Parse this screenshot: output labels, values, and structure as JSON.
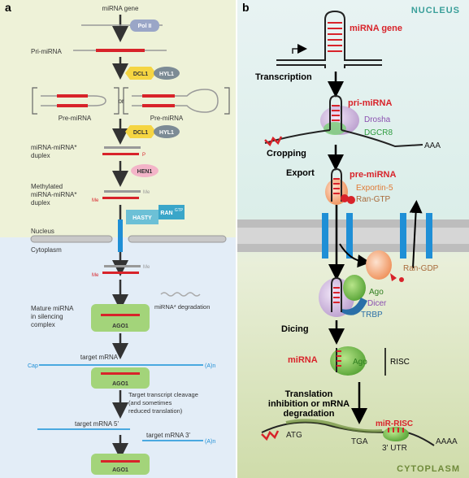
{
  "panel_a": {
    "letter": "a",
    "labels": {
      "mirna_gene": "miRNA gene",
      "pri_mirna": "Pri-miRNA",
      "pre_mirna": "Pre-miRNA",
      "or": "or",
      "duplex_1": "miRNA-miRNA*",
      "duplex_2": "duplex",
      "methyl_1": "Methylated",
      "methyl_2": "miRNA-miRNA*",
      "methyl_3": "duplex",
      "nucleus": "Nucleus",
      "cytoplasm": "Cytoplasm",
      "mature_1": "Mature miRNA",
      "mature_2": "in silencing",
      "mature_3": "complex",
      "degradation": "miRNA* degradation",
      "target_mrna": "target mRNA",
      "cap": "Cap",
      "polya": "(A)n",
      "cleavage_1": "Target transcript cleavage",
      "cleavage_2": "(and sometimes",
      "cleavage_3": "reduced translation)",
      "frag5": "target mRNA 5'",
      "frag3": "target  mRNA 3'",
      "me": "Me",
      "p": "P"
    },
    "proteins": {
      "pol2": "Pol II",
      "dcl1": "DCL1",
      "hyl1": "HYL1",
      "hen1": "HEN1",
      "hasty": "HASTY",
      "ran": "RAN",
      "gtp": "GTP",
      "ago1": "AGO1"
    }
  },
  "panel_b": {
    "letter": "b",
    "nucleus": "NUCLEUS",
    "cytoplasm": "CYTOPLASM",
    "labels": {
      "mirna_gene": "miRNA gene",
      "transcription": "Transcription",
      "pri_mirna": "pri-miRNA",
      "drosha": "Drosha",
      "dgcr8": "DGCR8",
      "aaa": "AAA",
      "cropping": "Cropping",
      "export": "Export",
      "pre_mirna": "pre-miRNA",
      "exportin": "Exportin-5",
      "ran_gtp": "Ran-GTP",
      "ran_gdp": "Ran-GDP",
      "ago": "Ago",
      "dicer": "Dicer",
      "trbp": "TRBP",
      "dicing": "Dicing",
      "mirna": "miRNA",
      "risc": "RISC",
      "trans_1": "Translation",
      "trans_2": "inhibition or mRNA",
      "trans_3": "degradation",
      "mir_risc": "miR-RISC",
      "atg": "ATG",
      "tga": "TGA",
      "utr": "3' UTR",
      "aaaa": "AAAA"
    }
  },
  "colors": {
    "panel_a_nucleus_bg": "#eef2d8",
    "panel_a_cytoplasm_bg": "#e3edf7",
    "panel_b_nucleus_bg": "#e6f2ee",
    "panel_b_cytoplasm_bg": "#e9efd9",
    "rna_red": "#d8232a",
    "accent_green": "#6db33f",
    "protein_yellow": "#f5d542",
    "protein_gray": "#7c8b95",
    "hen1_pink": "#f3b4c8",
    "hasty_blue": "#6cc0d6",
    "channel_blue": "#1f8fd6",
    "membrane_gray": "#c9c9c9",
    "exportin_orange": "#f2a77a",
    "drosha_purple": "#cdb4df",
    "dgcr8_green": "#7fcf7d",
    "trbp_blue": "#2a6fa8",
    "nucleus_title": "#3a9f9a"
  },
  "icons": [
    "down-arrow-icon",
    "hairpin-rna-icon",
    "mrna-strand-icon",
    "membrane-icon",
    "nuclear-pore-icon"
  ]
}
